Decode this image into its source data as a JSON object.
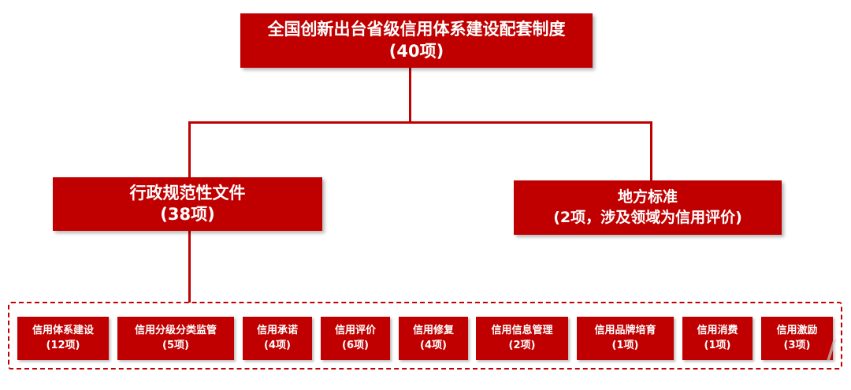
{
  "root": {
    "title": "全国创新出台省级信用体系建设配套制度",
    "count": "(40项)"
  },
  "left": {
    "title": "行政规范性文件",
    "count": "(38项)"
  },
  "right": {
    "title": "地方标准",
    "count": "(2项，涉及领域为信用评价)"
  },
  "categories": [
    {
      "label": "信用体系建设",
      "count": "(12项)"
    },
    {
      "label": "信用分级分类监管",
      "count": "(5项)"
    },
    {
      "label": "信用承诺",
      "count": "(4项)"
    },
    {
      "label": "信用评价",
      "count": "(6项)"
    },
    {
      "label": "信用修复",
      "count": "(4项)"
    },
    {
      "label": "信用信息管理",
      "count": "(2项)"
    },
    {
      "label": "信用品牌培育",
      "count": "(1项)"
    },
    {
      "label": "信用消费",
      "count": "(1项)"
    },
    {
      "label": "信用激励",
      "count": "(3项)"
    }
  ],
  "colors": {
    "accent": "#c00000",
    "text": "#ffffff"
  }
}
